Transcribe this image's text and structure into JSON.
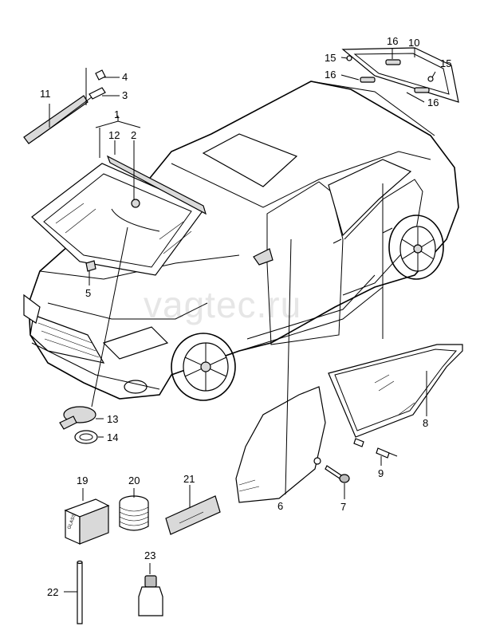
{
  "watermark": "vagtec.ru",
  "callouts": [
    {
      "id": "c1",
      "text": "1"
    },
    {
      "id": "c2",
      "text": "2"
    },
    {
      "id": "c3",
      "text": "3"
    },
    {
      "id": "c4",
      "text": "4"
    },
    {
      "id": "c5",
      "text": "5"
    },
    {
      "id": "c6",
      "text": "6"
    },
    {
      "id": "c7",
      "text": "7"
    },
    {
      "id": "c8",
      "text": "8"
    },
    {
      "id": "c9",
      "text": "9"
    },
    {
      "id": "c10",
      "text": "10"
    },
    {
      "id": "c11",
      "text": "11"
    },
    {
      "id": "c12",
      "text": "12"
    },
    {
      "id": "c13",
      "text": "13"
    },
    {
      "id": "c14",
      "text": "14"
    },
    {
      "id": "c15a",
      "text": "15"
    },
    {
      "id": "c15b",
      "text": "15"
    },
    {
      "id": "c16a",
      "text": "16"
    },
    {
      "id": "c16b",
      "text": "16"
    },
    {
      "id": "c16c",
      "text": "16"
    },
    {
      "id": "c19",
      "text": "19"
    },
    {
      "id": "c20",
      "text": "20"
    },
    {
      "id": "c21",
      "text": "21"
    },
    {
      "id": "c22",
      "text": "22"
    },
    {
      "id": "c23",
      "text": "23"
    }
  ]
}
